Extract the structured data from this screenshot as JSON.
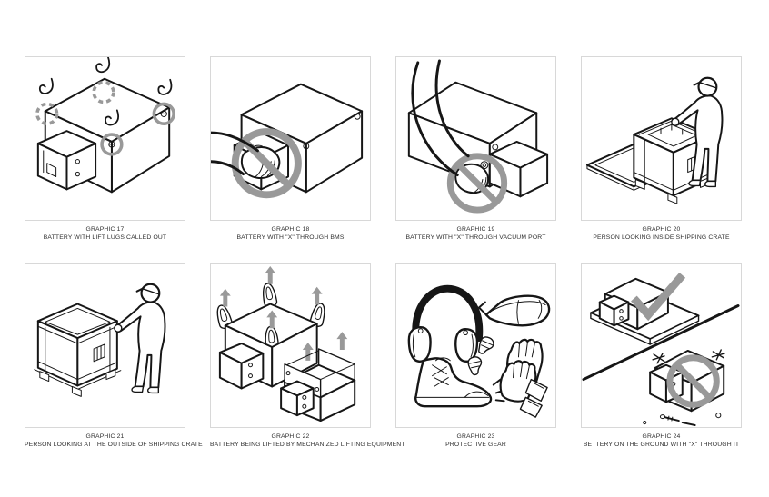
{
  "page": {
    "background_color": "#ffffff"
  },
  "colors": {
    "line": "#161616",
    "accent_gray": "#999999",
    "panel_border": "#d8d8d8",
    "caption_text": "#2e2e2e"
  },
  "panels": [
    {
      "id": "graphic-17",
      "caption_line1": "GRAPHIC 17",
      "caption_line2": "BATTERY WITH LIFT LUGS CALLED OUT"
    },
    {
      "id": "graphic-18",
      "caption_line1": "GRAPHIC 18",
      "caption_line2": "BATTERY WITH \"X\" THROUGH BMS"
    },
    {
      "id": "graphic-19",
      "caption_line1": "GRAPHIC 19",
      "caption_line2": "BATTERY WITH \"X\" THROUGH VACUUM PORT"
    },
    {
      "id": "graphic-20",
      "caption_line1": "GRAPHIC 20",
      "caption_line2": "PERSON LOOKING INSIDE SHIPPING CRATE"
    },
    {
      "id": "graphic-21",
      "caption_line1": "GRAPHIC 21",
      "caption_line2": "PERSON LOOKING AT THE OUTSIDE OF SHIPPING CRATE"
    },
    {
      "id": "graphic-22",
      "caption_line1": "GRAPHIC 22",
      "caption_line2": "BATTERY BEING LIFTED BY MECHANIZED LIFTING EQUIPMENT"
    },
    {
      "id": "graphic-23",
      "caption_line1": "GRAPHIC 23",
      "caption_line2": "PROTECTIVE GEAR"
    },
    {
      "id": "graphic-24",
      "caption_line1": "GRAPHIC 24",
      "caption_line2": "BETTERY ON THE GROUND WITH \"X\" THROUGH IT"
    }
  ]
}
